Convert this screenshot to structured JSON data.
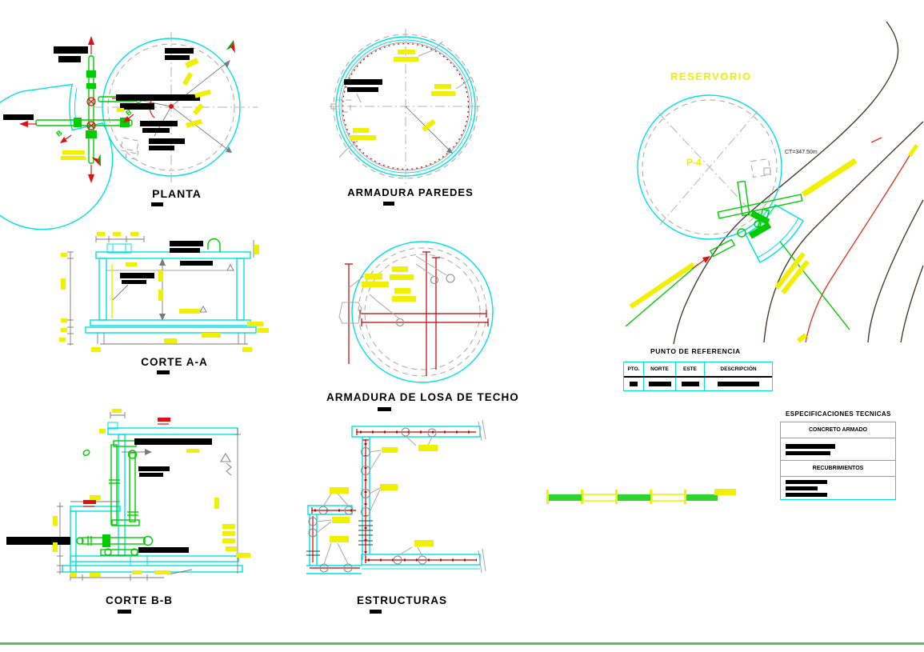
{
  "titles": {
    "planta": "PLANTA",
    "armadura_paredes": "ARMADURA PAREDES",
    "corte_aa": "CORTE A-A",
    "losa_techo": "ARMADURA DE LOSA DE TECHO",
    "corte_bb": "CORTE B-B",
    "estructuras": "ESTRUCTURAS"
  },
  "site_plan": {
    "reservorio": "RESERVORIO",
    "point": "P-4",
    "elevation": "CT=347.50m"
  },
  "planta": {
    "section_marker": "B"
  },
  "reference_table": {
    "title": "PUNTO DE REFERENCIA",
    "headers": [
      "PTO.",
      "NORTE",
      "ESTE",
      "DESCRIPCIÓN"
    ]
  },
  "spec_table": {
    "title": "ESPECIFICACIONES TECNICAS",
    "sections": [
      "CONCRETO ARMADO",
      "RECUBRIMIENTOS"
    ]
  },
  "colors": {
    "cyan": "#00E0E0",
    "green": "#00CC00",
    "red": "#E01010",
    "yellow": "#F0F000",
    "contour_brown": "#4A3C32",
    "rebar_red": "#C00000",
    "bottom_rule_green": "#62B862"
  }
}
